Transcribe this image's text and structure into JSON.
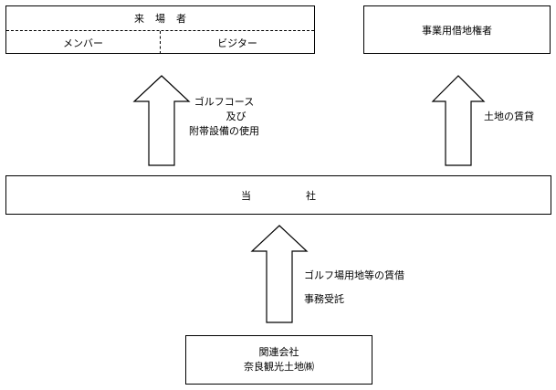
{
  "visitors": {
    "title": "来場者",
    "members": "メンバー",
    "visitors": "ビジター"
  },
  "leaseholder": {
    "title": "事業用借地権者"
  },
  "company": {
    "title": "当社"
  },
  "affiliate": {
    "line1": "関連会社",
    "line2": "奈良観光土地㈱"
  },
  "flows": {
    "company_to_visitors": {
      "line1": "ゴルフコース",
      "line2": "及び",
      "line3": "附帯設備の使用"
    },
    "company_to_leaseholder": {
      "line1": "土地の賃貸"
    },
    "affiliate_to_company": {
      "line1": "ゴルフ場用地等の賃借",
      "line2": "事務受託"
    }
  }
}
